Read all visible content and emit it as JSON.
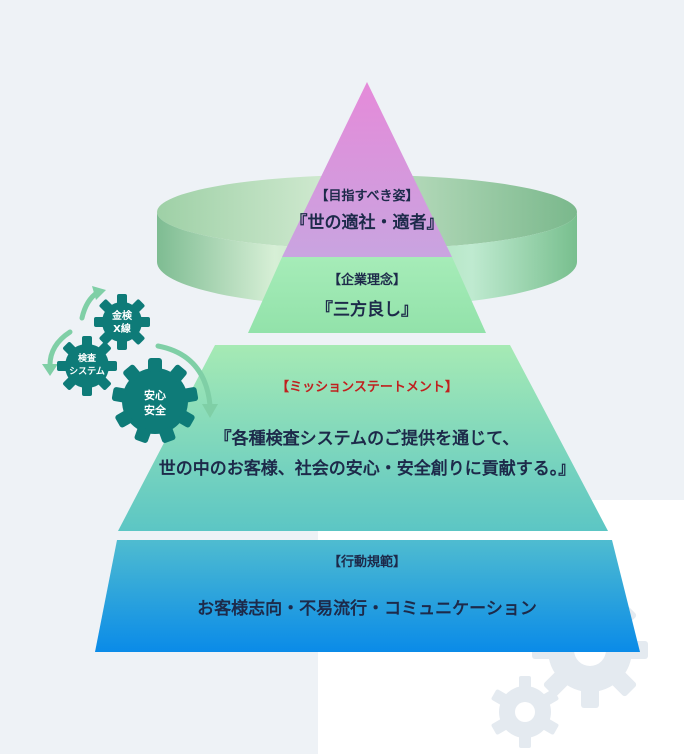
{
  "tier1": {
    "heading": "【目指すべき姿】",
    "text": "『世の適社・適者』"
  },
  "tier2": {
    "heading": "【企業理念】",
    "text": "『三方良し』"
  },
  "tier3": {
    "heading": "【ミッションステートメント】",
    "line1": "『各種検査システムのご提供を通じて、",
    "line2": "世の中のお客様、社会の安心・安全創りに貢献する。』"
  },
  "tier4": {
    "heading": "【行動規範】",
    "text": "お客様志向・不易流行・コミュニケーション"
  },
  "gears": {
    "gear1": {
      "line1": "金検",
      "line2": "X線"
    },
    "gear2": {
      "line1": "検査",
      "line2": "システム"
    },
    "gear3": {
      "line1": "安心",
      "line2": "安全"
    }
  },
  "colors": {
    "apex_top": "#e08ad8",
    "apex_bottom": "#c9a2e0",
    "ring": "#86c59b",
    "tier2": "#9ee8b2",
    "tier3_top": "#a2e9b2",
    "tier3_bottom": "#5fc7c4",
    "tier4_top": "#48b8d2",
    "tier4_bottom": "#0b8ee6",
    "gear": "#0e7b78",
    "arrow": "#7fcfa6",
    "heading_red": "#c0201e"
  }
}
